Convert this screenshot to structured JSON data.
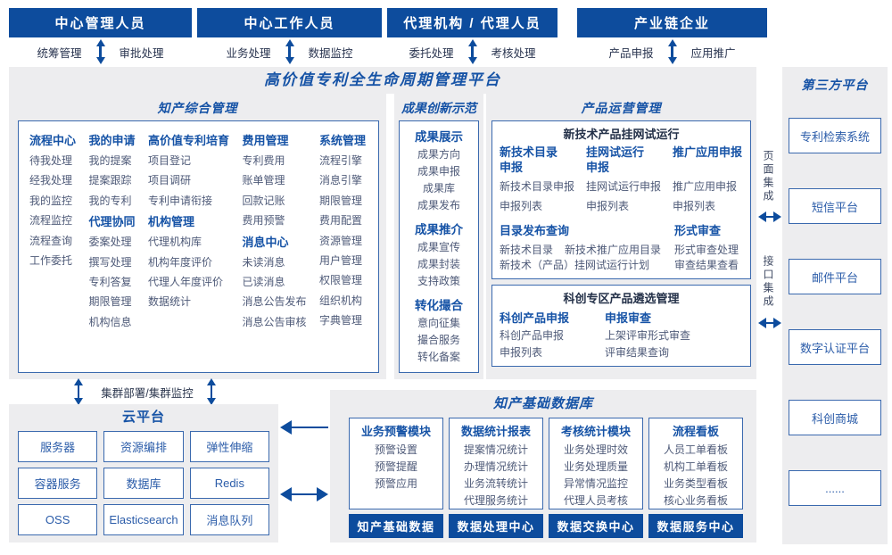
{
  "platform_title": "高价值专利全生命周期管理平台",
  "colors": {
    "accent_navy": "#0d4c9d",
    "accent_blue": "#1653a6",
    "panel_gray": "#ededef"
  },
  "actors": [
    {
      "label": "中心管理人员",
      "roles": [
        "统筹管理",
        "审批处理"
      ]
    },
    {
      "label": "中心工作人员",
      "roles": [
        "业务处理",
        "数据监控"
      ]
    },
    {
      "label": "代理机构 / 代理人员",
      "roles": [
        "委托处理",
        "考核处理"
      ]
    },
    {
      "label": "产业链企业",
      "roles": [
        "产品申报",
        "应用推广"
      ]
    }
  ],
  "ip": {
    "title": "知产综合管理",
    "columns": [
      {
        "groups": [
          {
            "header": "流程中心",
            "items": [
              "待我处理",
              "经我处理",
              "我的监控",
              "流程监控",
              "流程查询",
              "工作委托"
            ]
          }
        ]
      },
      {
        "groups": [
          {
            "header": "我的申请",
            "items": [
              "我的提案",
              "提案跟踪",
              "我的专利"
            ]
          },
          {
            "header": "代理协同",
            "items": [
              "委案处理",
              "撰写处理",
              "专利答复",
              "期限管理",
              "机构信息"
            ]
          }
        ]
      },
      {
        "groups": [
          {
            "header": "高价值专利培育",
            "items": [
              "项目登记",
              "项目调研",
              "专利申请衔接"
            ]
          },
          {
            "header": "机构管理",
            "items": [
              "代理机构库",
              "机构年度评价",
              "代理人年度评价",
              "数据统计"
            ]
          }
        ]
      },
      {
        "groups": [
          {
            "header": "费用管理",
            "items": [
              "专利费用",
              "账单管理",
              "回款记账",
              "费用预警"
            ]
          },
          {
            "header": "消息中心",
            "items": [
              "未读消息",
              "已读消息",
              "消息公告发布",
              "消息公告审核"
            ]
          }
        ]
      },
      {
        "groups": [
          {
            "header": "系统管理",
            "items": [
              "流程引擎",
              "消息引擎",
              "期限管理",
              "费用配置",
              "资源管理",
              "用户管理",
              "权限管理",
              "组织机构",
              "字典管理"
            ]
          }
        ]
      }
    ]
  },
  "achv": {
    "title": "成果创新示范",
    "groups": [
      {
        "header": "成果展示",
        "items": [
          "成果方向",
          "成果申报",
          "成果库",
          "成果发布"
        ]
      },
      {
        "header": "成果推介",
        "items": [
          "成果宣传",
          "成果封装",
          "支持政策"
        ]
      },
      {
        "header": "转化撮合",
        "items": [
          "意向征集",
          "撮合服务",
          "转化备案"
        ]
      }
    ]
  },
  "prod": {
    "title": "产品运营管理",
    "box1": {
      "title": "新技术产品挂网试运行",
      "cols": [
        {
          "header": "新技术目录申报",
          "items": [
            "新技术目录申报",
            "申报列表"
          ]
        },
        {
          "header": "挂网试运行申报",
          "items": [
            "挂网试运行申报",
            "申报列表"
          ]
        },
        {
          "header": "推广应用申报",
          "items": [
            "推广应用申报",
            "申报列表"
          ]
        }
      ],
      "row2a": {
        "header": "目录发布查询",
        "items": [
          "新技术目录",
          "新技术推广应用目录",
          "新技术（产品）挂网试运行计划"
        ]
      },
      "row2b": {
        "header": "形式审查",
        "items": [
          "形式审查处理",
          "审查结果查看"
        ]
      }
    },
    "box2": {
      "title": "科创专区产品遴选管理",
      "cols": [
        {
          "header": "科创产品申报",
          "items": [
            "科创产品申报",
            "申报列表"
          ]
        },
        {
          "header": "申报审查",
          "items": [
            "上架评审形式审查",
            "评审结果查询"
          ]
        }
      ]
    }
  },
  "third": {
    "title": "第三方平台",
    "boxes": [
      "专利检索系统",
      "短信平台",
      "邮件平台",
      "数字认证平台",
      "科创商城",
      "......"
    ],
    "integration1": "页面集成",
    "integration2": "接口集成"
  },
  "cluster_label": "集群部署/集群监控",
  "cloud": {
    "title": "云平台",
    "boxes": [
      "服务器",
      "资源编排",
      "弹性伸缩",
      "容器服务",
      "数据库",
      "Redis",
      "OSS",
      "Elasticsearch",
      "消息队列"
    ]
  },
  "db": {
    "title": "知产基础数据库",
    "modules": [
      {
        "header": "业务预警模块",
        "items": [
          "预警设置",
          "预警提醒",
          "预警应用"
        ],
        "badge": "知产基础数据"
      },
      {
        "header": "数据统计报表",
        "items": [
          "提案情况统计",
          "办理情况统计",
          "业务流转统计",
          "代理服务统计"
        ],
        "badge": "数据处理中心"
      },
      {
        "header": "考核统计模块",
        "items": [
          "业务处理时效",
          "业务处理质量",
          "异常情况监控",
          "代理人员考核"
        ],
        "badge": "数据交换中心"
      },
      {
        "header": "流程看板",
        "items": [
          "人员工单看板",
          "机构工单看板",
          "业务类型看板",
          "核心业务看板"
        ],
        "badge": "数据服务中心"
      }
    ]
  }
}
